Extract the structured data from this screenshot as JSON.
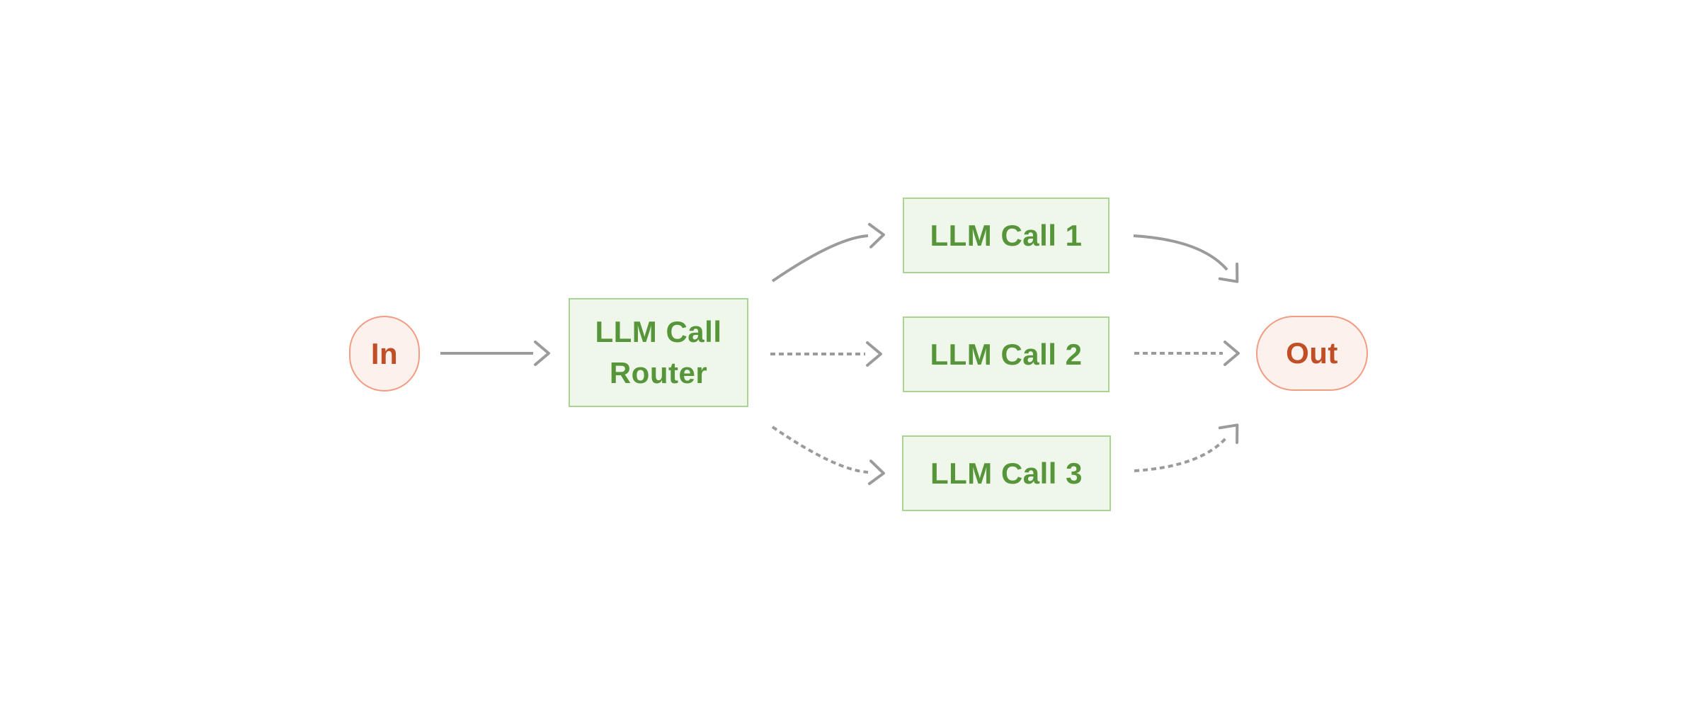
{
  "diagram": {
    "description": "LLM call routing workflow diagram",
    "nodes": {
      "input": {
        "label": "In"
      },
      "router": {
        "label": "LLM Call Router"
      },
      "call1": {
        "label": "LLM Call 1"
      },
      "call2": {
        "label": "LLM Call 2"
      },
      "call3": {
        "label": "LLM Call 3"
      },
      "output": {
        "label": "Out"
      }
    },
    "edges": [
      {
        "from": "input",
        "to": "router",
        "style": "solid"
      },
      {
        "from": "router",
        "to": "call1",
        "style": "solid"
      },
      {
        "from": "router",
        "to": "call2",
        "style": "dashed"
      },
      {
        "from": "router",
        "to": "call3",
        "style": "dashed"
      },
      {
        "from": "call1",
        "to": "output",
        "style": "solid"
      },
      {
        "from": "call2",
        "to": "output",
        "style": "dashed"
      },
      {
        "from": "call3",
        "to": "output",
        "style": "dashed"
      }
    ],
    "colors": {
      "background": "#ffffff",
      "green_text": "#569539",
      "green_border": "#abd394",
      "green_fill": "#eff7ea",
      "red_text": "#c14f26",
      "red_border": "#f19c83",
      "red_fill": "#fdf1ed",
      "arrow": "#9b9b9b"
    }
  }
}
